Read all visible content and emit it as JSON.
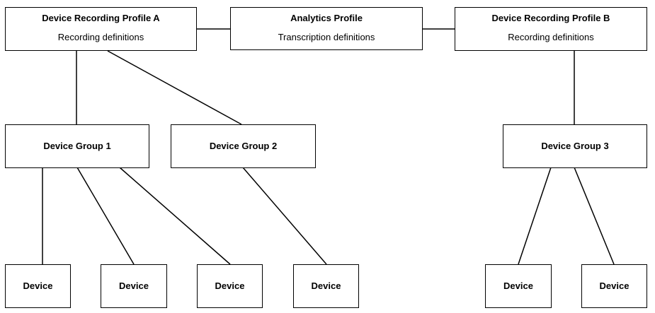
{
  "profiles": {
    "recording_a": {
      "title": "Device Recording Profile A",
      "subtitle": "Recording definitions"
    },
    "analytics": {
      "title": "Analytics Profile",
      "subtitle": "Transcription definitions"
    },
    "recording_b": {
      "title": "Device Recording Profile B",
      "subtitle": "Recording definitions"
    }
  },
  "groups": [
    {
      "label": "Device Group 1"
    },
    {
      "label": "Device Group 2"
    },
    {
      "label": "Device Group 3"
    }
  ],
  "devices": [
    {
      "label": "Device"
    },
    {
      "label": "Device"
    },
    {
      "label": "Device"
    },
    {
      "label": "Device"
    },
    {
      "label": "Device"
    },
    {
      "label": "Device"
    }
  ],
  "colors": {
    "stroke": "#000000",
    "background": "#ffffff"
  }
}
